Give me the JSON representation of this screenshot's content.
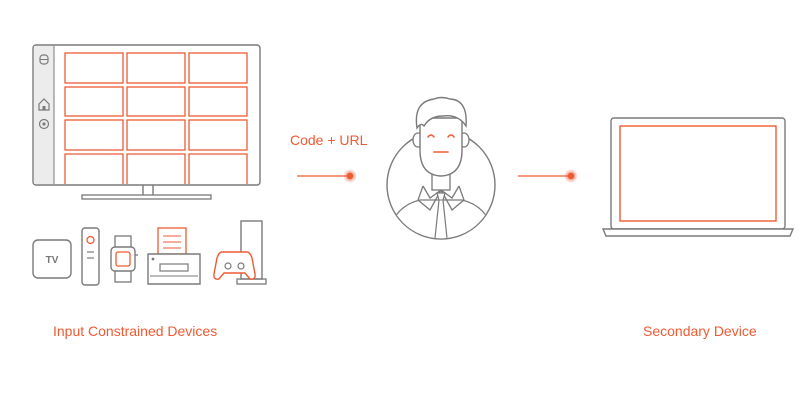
{
  "diagram": {
    "flow_label": "Code + URL",
    "left_caption": "Input Constrained Devices",
    "right_caption": "Secondary Device",
    "tv_badge": "TV",
    "colors": {
      "accent": "#ef5a33",
      "outline": "#7a7a7a",
      "panel": "#ececec"
    },
    "icons": [
      "monitor-icon",
      "lock-icon",
      "home-icon",
      "record-icon",
      "tv-box-icon",
      "remote-icon",
      "watch-icon",
      "printer-icon",
      "game-controller-icon",
      "router-icon",
      "user-avatar-icon",
      "laptop-icon"
    ]
  }
}
